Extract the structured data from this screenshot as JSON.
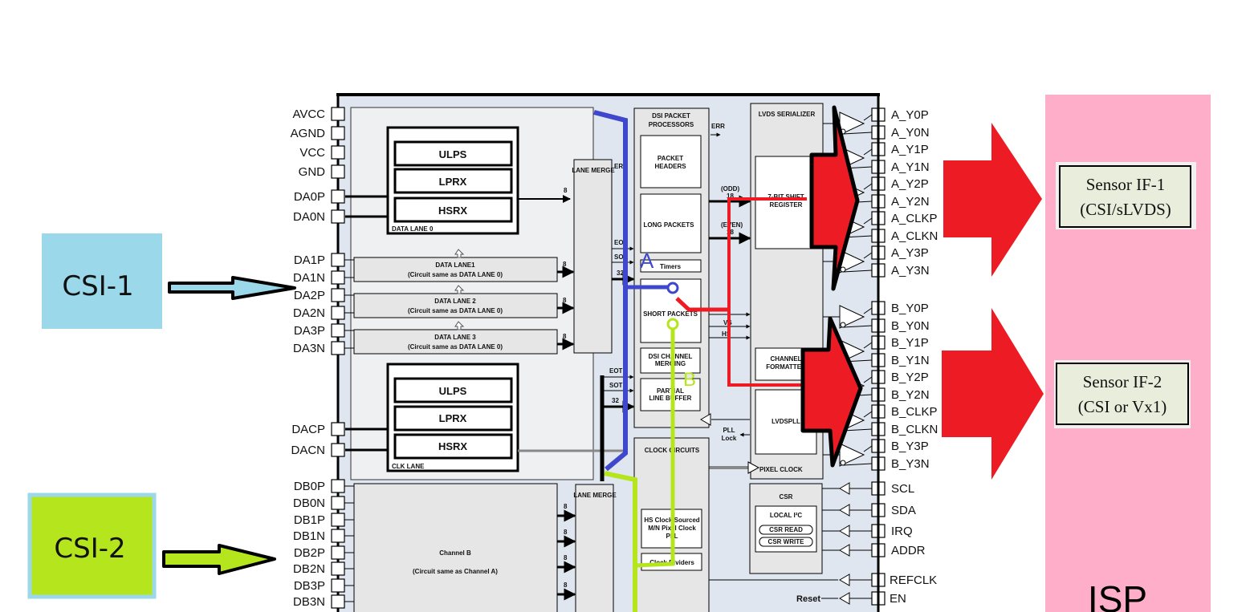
{
  "colors": {
    "chip_bg": "#e0e6ef",
    "block_bg": "#e6e6e6",
    "csi1": "#9ad8ea",
    "csi2": "#b5e61d",
    "isp": "#ffaec9",
    "sensor_box": "#e9eddc",
    "path_a": "#3f48cc",
    "path_b": "#b5e61d",
    "path_red": "#ed1c24"
  },
  "sources": {
    "csi1": {
      "label": "CSI-1"
    },
    "csi2": {
      "label": "CSI-2"
    }
  },
  "chip": {
    "left_pins_a": [
      "AVCC",
      "AGND",
      "VCC",
      "GND",
      "DA0P",
      "DA0N",
      "DA1P",
      "DA1N",
      "DA2P",
      "DA2N",
      "DA3P",
      "DA3N",
      "DACP",
      "DACN"
    ],
    "left_pins_b": [
      "DB0P",
      "DB0N",
      "DB1P",
      "DB1N",
      "DB2P",
      "DB2N",
      "DB3P",
      "DB3N"
    ],
    "right_pins_a": [
      "A_Y0P",
      "A_Y0N",
      "A_Y1P",
      "A_Y1N",
      "A_Y2P",
      "A_Y2N",
      "A_CLKP",
      "A_CLKN",
      "A_Y3P",
      "A_Y3N"
    ],
    "right_pins_b": [
      "B_Y0P",
      "B_Y0N",
      "B_Y1P",
      "B_Y1N",
      "B_Y2P",
      "B_Y2N",
      "B_CLKP",
      "B_CLKN",
      "B_Y3P",
      "B_Y3N"
    ],
    "right_pins_ctrl": [
      "SCL",
      "SDA",
      "IRQ",
      "ADDR"
    ],
    "right_pins_misc": [
      "REFCLK",
      "EN"
    ],
    "data_lane0": {
      "title": "DATA LANE 0",
      "rows": [
        "ULPS",
        "LPRX",
        "HSRX"
      ]
    },
    "clk_lane": {
      "title": "CLK LANE",
      "rows": [
        "ULPS",
        "LPRX",
        "HSRX"
      ]
    },
    "data_lanes": [
      {
        "title": "DATA LANE1",
        "sub": "(Circuit same as DATA LANE 0)"
      },
      {
        "title": "DATA LANE 2",
        "sub": "(Circuit same as DATA LANE 0)"
      },
      {
        "title": "DATA LANE 3",
        "sub": "(Circuit same as DATA LANE 0)"
      }
    ],
    "lane_merge": "LANE MERGE",
    "lane_merge_b": "LANE MERGE",
    "bus_width": "8",
    "err": "ERR",
    "eot": "EOT",
    "sot": "SOT",
    "width32": "32",
    "dsi": {
      "title1": "DSI PACKET",
      "title2": "PROCESSORS",
      "packet_headers1": "PACKET",
      "packet_headers2": "HEADERS",
      "long_packets": "LONG PACKETS",
      "timers": "Timers",
      "short_packets": "SHORT PACKETS",
      "dsi_merging1": "DSI CHANNEL",
      "dsi_merging2": "MERGING",
      "partial1": "PARTIAL",
      "partial2": "LINE BUFFER"
    },
    "odd": "(ODD)",
    "even": "(EVEN)",
    "n18": "18",
    "vs": "VS",
    "hs": "HS",
    "pll_lock1": "PLL",
    "pll_lock2": "Lock",
    "lvds": {
      "title": "LVDS SERIALIZER",
      "shift1": "7-BIT SHIFT",
      "shift2": "REGISTER",
      "formatter1": "CHANNEL",
      "formatter2": "FORMATTER",
      "pll": "LVDSPLL",
      "pixel_clock": "PIXEL CLOCK"
    },
    "clock": {
      "title": "CLOCK CIRCUITS",
      "hs1": "HS Clock Sourced",
      "hs2": "M/N Pixel Clock",
      "hs3": "PLL",
      "dividers": "Clock Dividers"
    },
    "csr": {
      "title": "CSR",
      "i2c": "LOCAL I²C",
      "read": "CSR READ",
      "write": "CSR WRITE"
    },
    "reset": "Reset",
    "channel_b1": "Channel B",
    "channel_b2": "(Circuit same as Channel A)"
  },
  "annotations": {
    "path_a": "A",
    "path_b": "B"
  },
  "isp": {
    "label": "ISP",
    "sensor_if1": {
      "line1": "Sensor IF-1",
      "line2": "(CSI/sLVDS)"
    },
    "sensor_if2": {
      "line1": "Sensor IF-2",
      "line2": "(CSI or Vx1)"
    }
  }
}
